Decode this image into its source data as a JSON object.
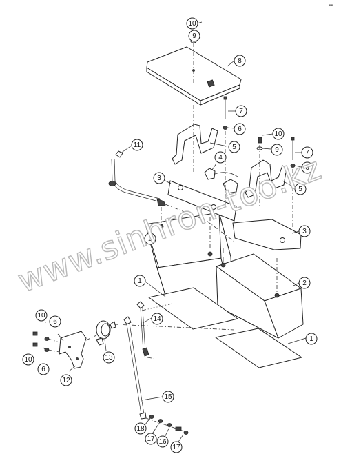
{
  "drawing": {
    "corner_mark": "■■",
    "watermark": "www.sinhron-too.kz",
    "callouts": [
      {
        "id": "c10a",
        "label": "10"
      },
      {
        "id": "c9a",
        "label": "9"
      },
      {
        "id": "c8",
        "label": "8"
      },
      {
        "id": "c7a",
        "label": "7"
      },
      {
        "id": "c6a",
        "label": "6"
      },
      {
        "id": "c5a",
        "label": "5"
      },
      {
        "id": "c10b",
        "label": "10"
      },
      {
        "id": "c9b",
        "label": "9"
      },
      {
        "id": "c7b",
        "label": "7"
      },
      {
        "id": "c6b",
        "label": "6"
      },
      {
        "id": "c5b",
        "label": "5"
      },
      {
        "id": "c4",
        "label": "4"
      },
      {
        "id": "c11",
        "label": "11"
      },
      {
        "id": "c3a",
        "label": "3"
      },
      {
        "id": "c3b",
        "label": "3"
      },
      {
        "id": "c2a",
        "label": "2"
      },
      {
        "id": "c2b",
        "label": "2"
      },
      {
        "id": "c1a",
        "label": "1"
      },
      {
        "id": "c1b",
        "label": "1"
      },
      {
        "id": "c10c",
        "label": "10"
      },
      {
        "id": "c6c",
        "label": "6"
      },
      {
        "id": "c10d",
        "label": "10"
      },
      {
        "id": "c6d",
        "label": "6"
      },
      {
        "id": "c12",
        "label": "12"
      },
      {
        "id": "c13",
        "label": "13"
      },
      {
        "id": "c14",
        "label": "14"
      },
      {
        "id": "c15",
        "label": "15"
      },
      {
        "id": "c18",
        "label": "18"
      },
      {
        "id": "c17a",
        "label": "17"
      },
      {
        "id": "c16",
        "label": "16"
      },
      {
        "id": "c17b",
        "label": "17"
      }
    ]
  }
}
